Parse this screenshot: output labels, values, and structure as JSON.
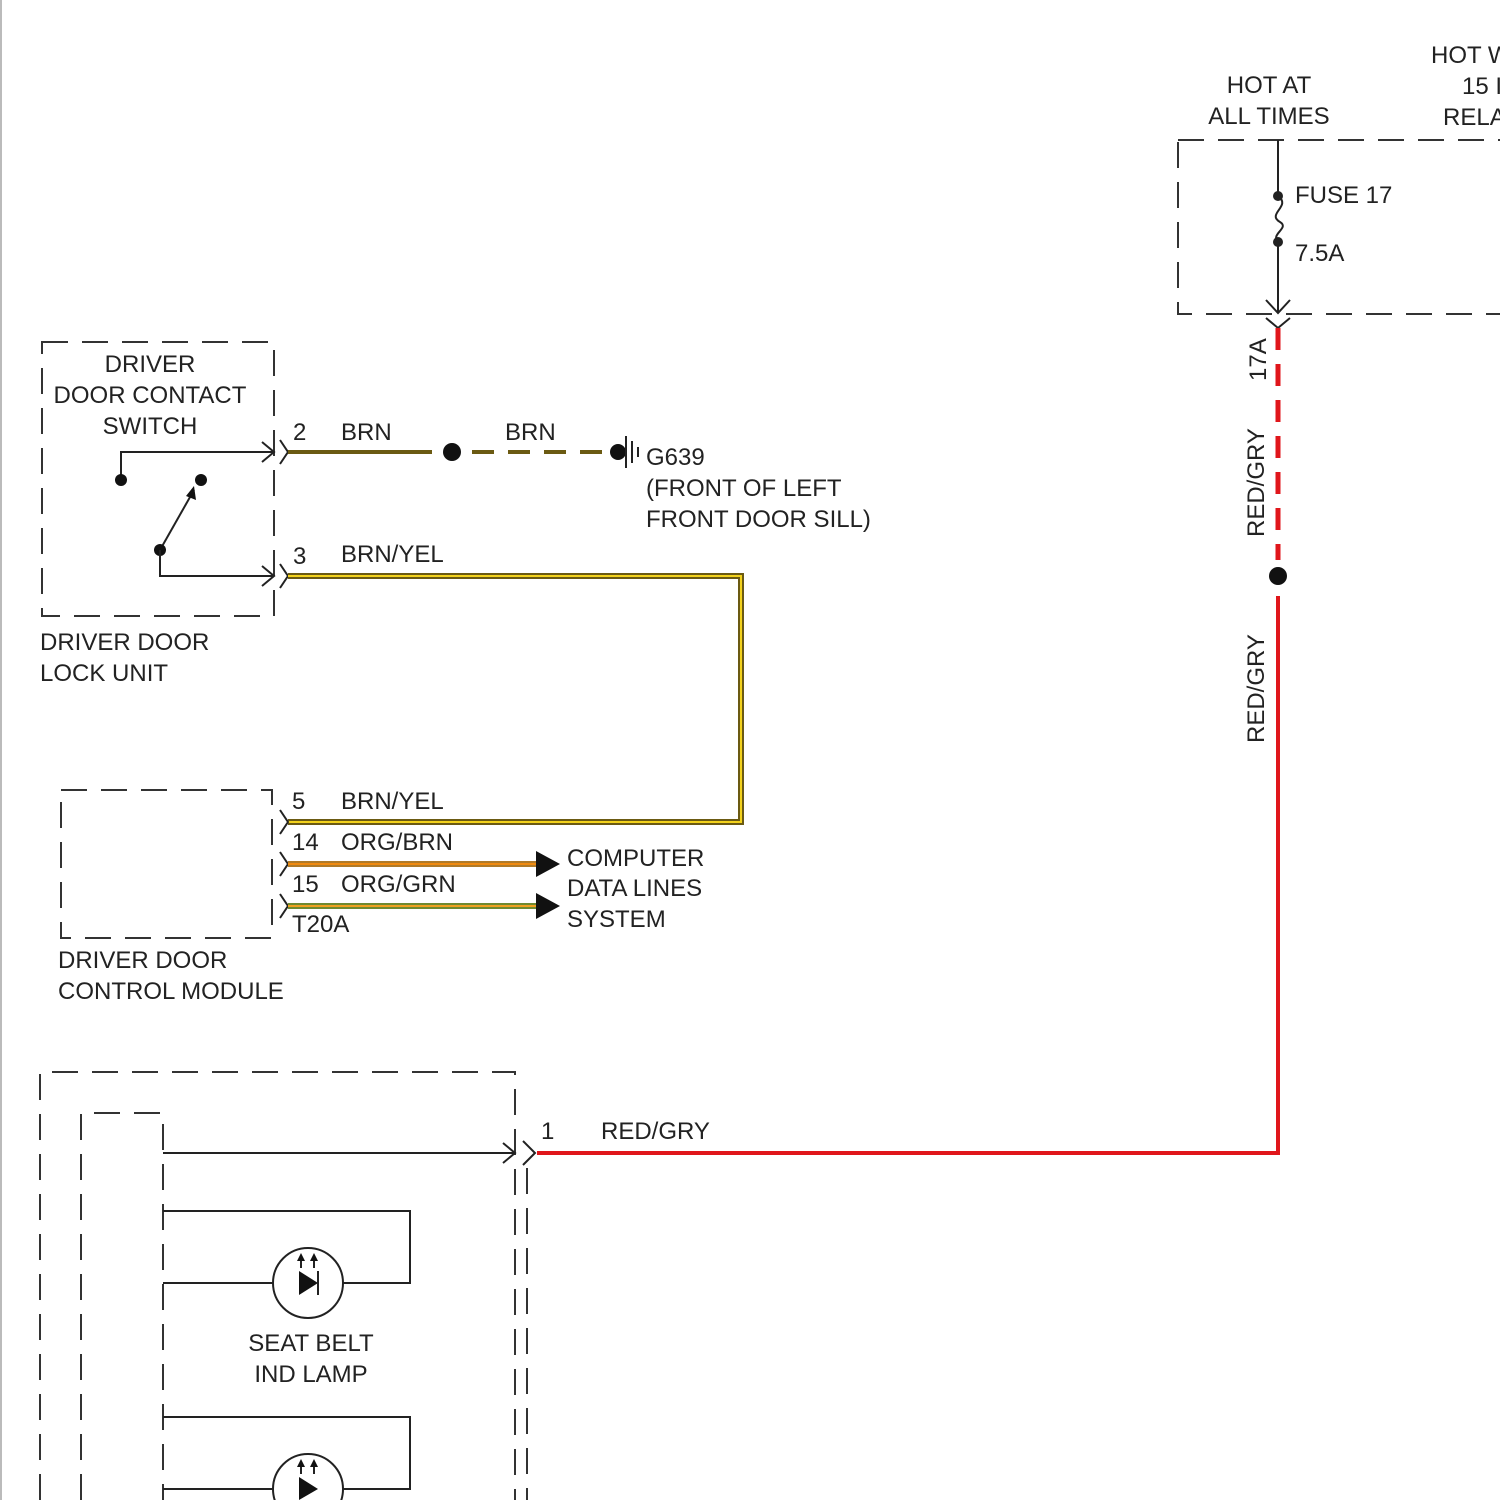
{
  "colors": {
    "brn": "#6b5a12",
    "brn_yel_core": "#f3d21c",
    "brn_yel_edge": "#6b5a12",
    "org_brn_core": "#f08a10",
    "org_brn_edge": "#b07a28",
    "org_grn_core": "#f0a020",
    "org_grn_edge": "#6f8a30",
    "red_gry": "#e0161b",
    "line": "#222222"
  },
  "fuse_box": {
    "hot_at_all_times": [
      "HOT AT",
      "ALL TIMES"
    ],
    "hot_with_relay": [
      "HOT W",
      "15 I",
      "RELA"
    ],
    "fuse_name": "FUSE 17",
    "fuse_rating": "7.5A",
    "terminal": "17A"
  },
  "door_contact_switch": {
    "title": [
      "DRIVER",
      "DOOR CONTACT",
      "SWITCH"
    ],
    "unit": [
      "DRIVER DOOR",
      "LOCK UNIT"
    ],
    "pins": [
      {
        "pin": "2",
        "wire": "BRN"
      },
      {
        "pin": "3",
        "wire": "BRN/YEL"
      }
    ]
  },
  "ground": {
    "wire": "BRN",
    "name": "G639",
    "location": [
      "(FRONT OF LEFT",
      "FRONT DOOR SILL)"
    ]
  },
  "door_control_module": {
    "name": [
      "DRIVER DOOR",
      "CONTROL MODULE"
    ],
    "connector": "T20A",
    "pins": [
      {
        "pin": "5",
        "wire": "BRN/YEL"
      },
      {
        "pin": "14",
        "wire": "ORG/BRN"
      },
      {
        "pin": "15",
        "wire": "ORG/GRN"
      }
    ]
  },
  "data_lines": [
    "COMPUTER",
    "DATA LINES",
    "SYSTEM"
  ],
  "feed": {
    "upper_wire": "RED/GRY",
    "lower_wire": "RED/GRY",
    "cluster_pin": "1",
    "cluster_wire": "RED/GRY"
  },
  "instrument_cluster": {
    "lamp": [
      "SEAT BELT",
      "IND LAMP"
    ]
  }
}
